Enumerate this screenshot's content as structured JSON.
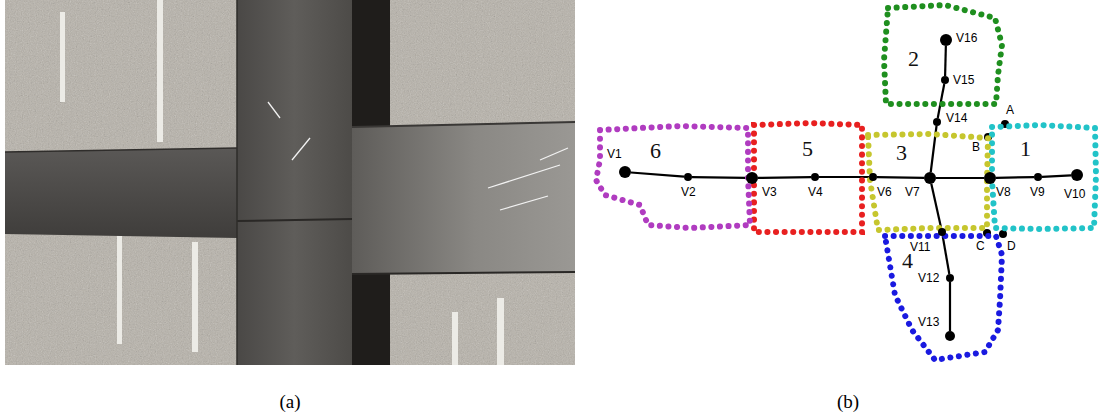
{
  "diagram": {
    "nodes": [
      {
        "text": [
          "1"
        ]
      },
      {
        "text": [
          "2"
        ]
      },
      {
        "text": [
          "3"
        ]
      },
      {
        "text": [
          "4"
        ]
      },
      {
        "text": [
          "5"
        ]
      },
      {
        "text": [
          "6"
        ]
      },
      {
        "text": [
          "V1"
        ]
      },
      {
        "text": [
          "V2"
        ]
      },
      {
        "text": [
          "V3"
        ]
      },
      {
        "text": [
          "V4"
        ]
      },
      {
        "text": [
          "V6"
        ]
      },
      {
        "text": [
          "V7"
        ]
      },
      {
        "text": [
          "V8"
        ]
      },
      {
        "text": [
          "V9"
        ]
      },
      {
        "text": [
          "V10"
        ]
      },
      {
        "text": [
          "V11"
        ]
      },
      {
        "text": [
          "V12"
        ]
      },
      {
        "text": [
          "V13"
        ]
      },
      {
        "text": [
          "V14"
        ]
      },
      {
        "text": [
          "V15"
        ]
      },
      {
        "text": [
          "V16"
        ]
      }
    ],
    "edges": [
      {
        "from": 6,
        "to": 7,
        "arrow": "none"
      },
      {
        "from": 7,
        "to": 8,
        "arrow": "none"
      },
      {
        "from": 8,
        "to": 9,
        "arrow": "none"
      },
      {
        "from": 9,
        "to": 10,
        "arrow": "none"
      },
      {
        "from": 10,
        "to": 11,
        "arrow": "none"
      },
      {
        "from": 11,
        "to": 12,
        "arrow": "none"
      },
      {
        "from": 12,
        "to": 13,
        "arrow": "none"
      },
      {
        "from": 13,
        "to": 14,
        "arrow": "none"
      },
      {
        "from": 11,
        "to": 18,
        "arrow": "none"
      },
      {
        "from": 18,
        "to": 19,
        "arrow": "none"
      },
      {
        "from": 19,
        "to": 20,
        "arrow": "none"
      },
      {
        "from": 11,
        "to": 15,
        "arrow": "none"
      },
      {
        "from": 15,
        "to": 16,
        "arrow": "none"
      },
      {
        "from": 16,
        "to": 17,
        "arrow": "none"
      }
    ],
    "labels": [
      "(a)",
      "(b)",
      "A",
      "B",
      "C",
      "D"
    ]
  }
}
